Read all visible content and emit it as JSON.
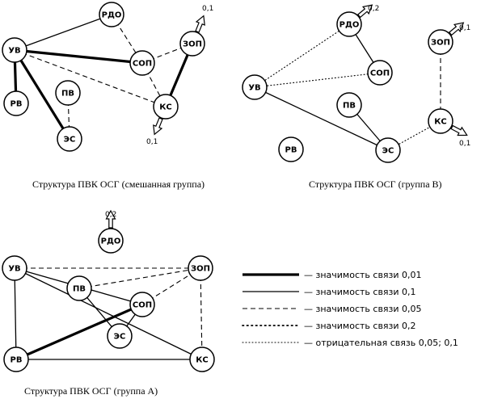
{
  "styles": {
    "s001": {
      "width": 3.2,
      "dash": ""
    },
    "s01": {
      "width": 1.3,
      "dash": ""
    },
    "s005": {
      "width": 1.1,
      "dash": "6 4"
    },
    "s02": {
      "width": 1.8,
      "dash": "1.5 4"
    },
    "neg": {
      "width": 1.1,
      "dash": "1 3"
    }
  },
  "diagrams": [
    {
      "id": "mixed",
      "caption": "Структура ПВК ОСГ (смешанная группа)",
      "nodes": [
        {
          "id": "uv",
          "label": "УВ"
        },
        {
          "id": "rdo",
          "label": "РДО"
        },
        {
          "id": "sop",
          "label": "СОП"
        },
        {
          "id": "zop",
          "label": "ЗОП"
        },
        {
          "id": "pv",
          "label": "ПВ"
        },
        {
          "id": "ks",
          "label": "КС"
        },
        {
          "id": "rv",
          "label": "РВ"
        },
        {
          "id": "es",
          "label": "ЭС"
        }
      ],
      "edges": [
        {
          "from": "uv",
          "to": "rdo",
          "style": "s01"
        },
        {
          "from": "uv",
          "to": "sop",
          "style": "s001"
        },
        {
          "from": "uv",
          "to": "rv",
          "style": "s001"
        },
        {
          "from": "uv",
          "to": "es",
          "style": "s001"
        },
        {
          "from": "uv",
          "to": "ks",
          "style": "s005"
        },
        {
          "from": "rdo",
          "to": "sop",
          "style": "s005"
        },
        {
          "from": "sop",
          "to": "zop",
          "style": "s005"
        },
        {
          "from": "sop",
          "to": "ks",
          "style": "s005"
        },
        {
          "from": "zop",
          "to": "ks",
          "style": "s001"
        },
        {
          "from": "pv",
          "to": "es",
          "style": "s005"
        }
      ],
      "arrows": [
        {
          "node": "zop",
          "label": "0,1"
        },
        {
          "node": "ks",
          "label": "0,1"
        }
      ]
    },
    {
      "id": "groupB",
      "caption": "Структура ПВК ОСГ (группа В)",
      "nodes": [
        {
          "id": "rdo",
          "label": "РДО"
        },
        {
          "id": "sop",
          "label": "СОП"
        },
        {
          "id": "zop",
          "label": "ЗОП"
        },
        {
          "id": "uv",
          "label": "УВ"
        },
        {
          "id": "pv",
          "label": "ПВ"
        },
        {
          "id": "ks",
          "label": "КС"
        },
        {
          "id": "rv",
          "label": "РВ"
        },
        {
          "id": "es",
          "label": "ЭС"
        }
      ],
      "edges": [
        {
          "from": "uv",
          "to": "rdo",
          "style": "neg"
        },
        {
          "from": "uv",
          "to": "sop",
          "style": "neg"
        },
        {
          "from": "uv",
          "to": "es",
          "style": "s01"
        },
        {
          "from": "rdo",
          "to": "sop",
          "style": "s01"
        },
        {
          "from": "pv",
          "to": "es",
          "style": "s01"
        },
        {
          "from": "es",
          "to": "ks",
          "style": "neg"
        },
        {
          "from": "zop",
          "to": "ks",
          "style": "s005"
        }
      ],
      "arrows": [
        {
          "node": "rdo",
          "label": "0,2"
        },
        {
          "node": "zop",
          "label": "0,1"
        },
        {
          "node": "ks",
          "label": "0,1"
        }
      ]
    },
    {
      "id": "groupA",
      "caption": "Структура ПВК ОСГ (группа А)",
      "nodes": [
        {
          "id": "rdo",
          "label": "РДО"
        },
        {
          "id": "uv",
          "label": "УВ"
        },
        {
          "id": "zop",
          "label": "ЗОП"
        },
        {
          "id": "pv",
          "label": "ПВ"
        },
        {
          "id": "sop",
          "label": "СОП"
        },
        {
          "id": "es",
          "label": "ЭС"
        },
        {
          "id": "rv",
          "label": "РВ"
        },
        {
          "id": "ks",
          "label": "КС"
        }
      ],
      "edges": [
        {
          "from": "uv",
          "to": "zop",
          "style": "s005"
        },
        {
          "from": "uv",
          "to": "rv",
          "style": "s01"
        },
        {
          "from": "uv",
          "to": "sop",
          "style": "s01"
        },
        {
          "from": "uv",
          "to": "ks",
          "style": "s01"
        },
        {
          "from": "pv",
          "to": "zop",
          "style": "s005"
        },
        {
          "from": "pv",
          "to": "es",
          "style": "s01"
        },
        {
          "from": "sop",
          "to": "zop",
          "style": "s005"
        },
        {
          "from": "sop",
          "to": "es",
          "style": "s01"
        },
        {
          "from": "sop",
          "to": "rv",
          "style": "s001"
        },
        {
          "from": "zop",
          "to": "ks",
          "style": "s005"
        },
        {
          "from": "rv",
          "to": "ks",
          "style": "s01"
        }
      ],
      "arrows": [
        {
          "node": "rdo",
          "label": "0,2"
        }
      ]
    }
  ],
  "legend": [
    {
      "style": "s001",
      "text": "— значимость связи 0,01"
    },
    {
      "style": "s01",
      "text": "— значимость связи 0,1"
    },
    {
      "style": "s005",
      "text": "— значимость связи 0,05"
    },
    {
      "style": "s02",
      "text": "— значимость связи 0,2"
    },
    {
      "style": "neg",
      "text": "— отрицательная связь 0,05; 0,1"
    }
  ]
}
